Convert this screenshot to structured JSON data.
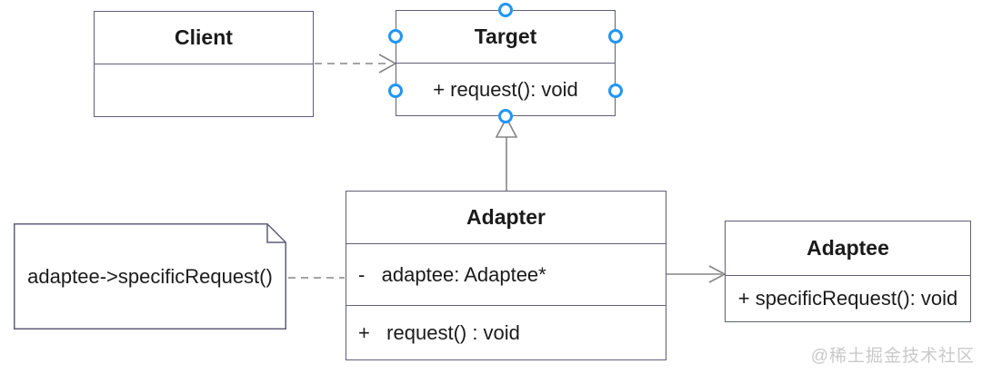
{
  "diagram": {
    "title_semantic": "Adapter design pattern UML class diagram",
    "client": {
      "name": "Client"
    },
    "target": {
      "name": "Target",
      "method": "+ request(): void"
    },
    "adapter": {
      "name": "Adapter",
      "attribute": "-   adaptee: Adaptee*",
      "method": "+   request() : void"
    },
    "adaptee": {
      "name": "Adaptee",
      "method": "+ specificRequest(): void"
    },
    "note": {
      "text": "adaptee->specificRequest()"
    },
    "relationships": [
      {
        "from": "Client",
        "to": "Target",
        "type": "dependency",
        "style": "dashed-open-arrow"
      },
      {
        "from": "Adapter",
        "to": "Target",
        "type": "generalization",
        "style": "solid-hollow-triangle"
      },
      {
        "from": "Adapter",
        "to": "Adaptee",
        "type": "association",
        "style": "solid-open-arrow"
      },
      {
        "from": "note",
        "to": "Adapter",
        "type": "note-anchor",
        "style": "dashed-line"
      }
    ],
    "selection": {
      "selected_element": "Target",
      "handle_count": 6
    }
  },
  "watermark": {
    "text": "@稀土掘金技术社区"
  },
  "colors": {
    "background": "#ffffff",
    "box_border": "#5f5f78",
    "box_fill": "#ffffff",
    "text": "#1b1b1b",
    "connector": "#858585",
    "handle": "#2196f3",
    "watermark": "#c9c9c9"
  }
}
